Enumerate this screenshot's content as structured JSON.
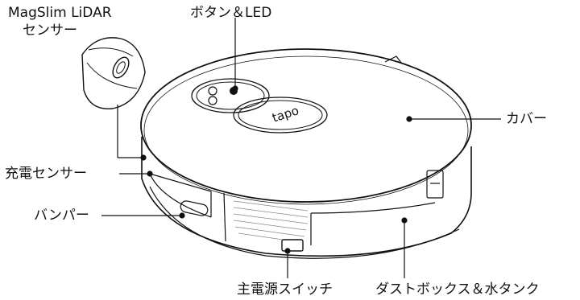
{
  "labels": {
    "lidar_line1": "MagSlim LiDAR",
    "lidar_line2": "センサー",
    "button_led": "ボタン＆LED",
    "cover": "カバー",
    "charge_sensor": "充電センサー",
    "bumper": "バンパー",
    "main_switch": "主電源スイッチ",
    "dustbox": "ダストボックス＆水タンク"
  },
  "logo_text": "tapo"
}
